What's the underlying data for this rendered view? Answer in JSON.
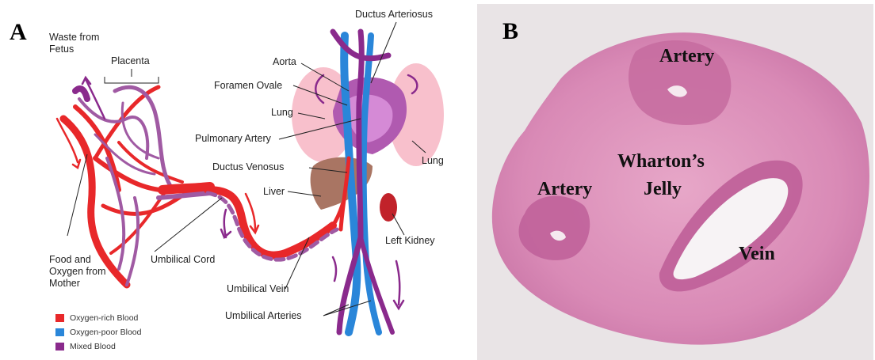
{
  "panel_a": {
    "letter": "A",
    "labels": {
      "waste_from_fetus": "Waste from\nFetus",
      "placenta": "Placenta",
      "food_oxygen": "Food and\nOxygen from\nMother",
      "umbilical_cord": "Umbilical Cord",
      "ductus_arteriosus": "Ductus Arteriosus",
      "aorta": "Aorta",
      "foramen_ovale": "Foramen Ovale",
      "lung_left": "Lung",
      "pulmonary_artery": "Pulmonary Artery",
      "ductus_venosus": "Ductus Venosus",
      "liver": "Liver",
      "lung_right": "Lung",
      "left_kidney": "Left Kidney",
      "umbilical_vein": "Umbilical Vein",
      "umbilical_arteries": "Umbilical Arteries"
    },
    "legend": [
      {
        "label": "Oxygen-rich Blood",
        "color": "#e8282a"
      },
      {
        "label": "Oxygen-poor Blood",
        "color": "#2a86d9"
      },
      {
        "label": "Mixed Blood",
        "color": "#8a2a8c"
      }
    ]
  },
  "panel_b": {
    "letter": "B",
    "labels": {
      "artery_top": "Artery",
      "artery_left": "Artery",
      "whartons_line1": "Wharton’s",
      "whartons_line2": "Jelly",
      "vein": "Vein"
    }
  }
}
